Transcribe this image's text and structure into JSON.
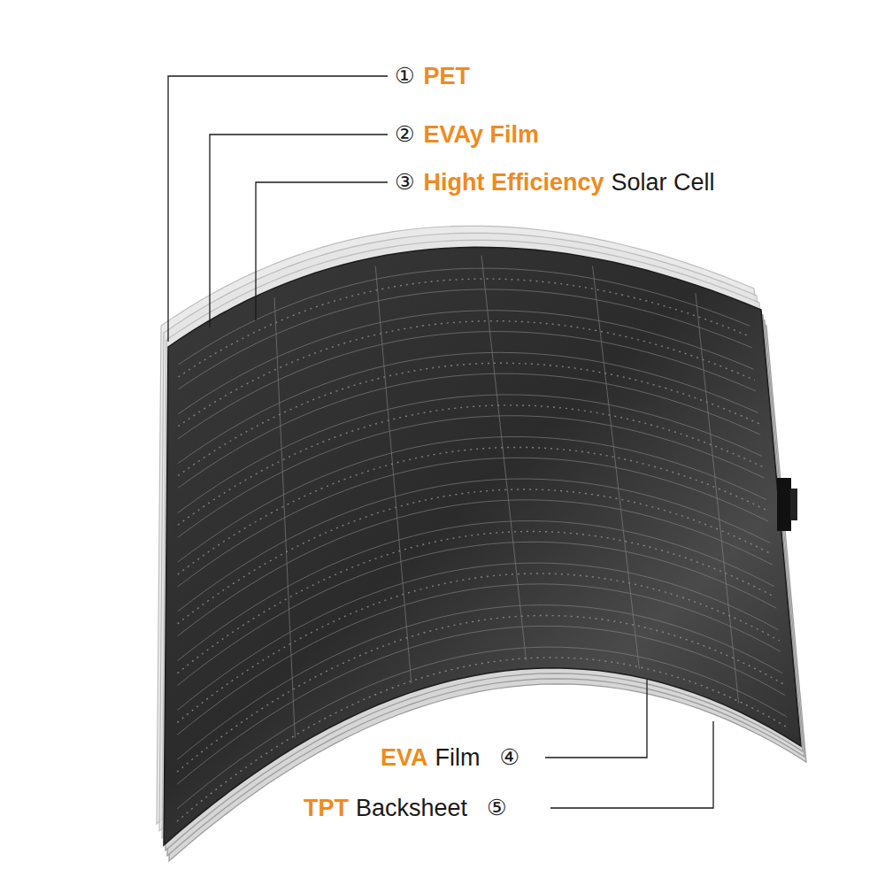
{
  "diagram": {
    "labels": [
      "①",
      "PET",
      "②",
      "EVAy Film",
      "③",
      "Hight Efficiency",
      "Solar Cell",
      "EVA",
      "Film",
      "④",
      "TPT",
      "Backsheet",
      "⑤"
    ]
  }
}
